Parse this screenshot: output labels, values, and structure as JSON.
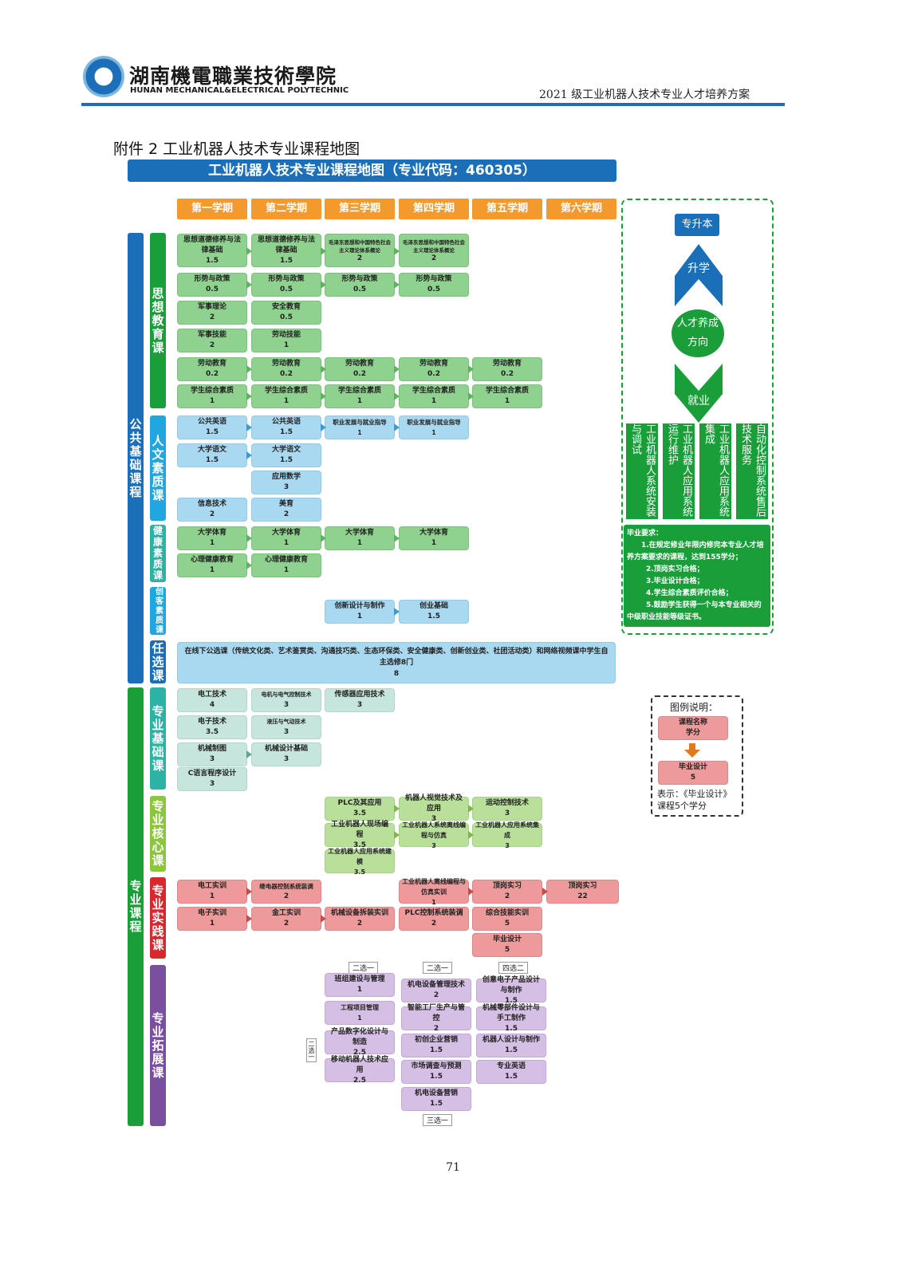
{
  "header": {
    "school_cn": "湖南機電職業技術學院",
    "school_en": "HUNAN  MECHANICAL&ELECTRICAL POLYTECHNIC",
    "doc_title": "2021 级工业机器人技术专业人才培养方案"
  },
  "appendix_title": "附件 2  工业机器人技术专业课程地图",
  "banner": "工业机器人技术专业课程地图（专业代码：460305）",
  "semesters": [
    "第一学期",
    "第二学期",
    "第三学期",
    "第四学期",
    "第五学期",
    "第六学期"
  ],
  "groups": {
    "public": "公共基础课程",
    "major": "专业课程",
    "ideology": "思想教育课",
    "humanities": "人文素质课",
    "health": "健康素质课",
    "innovation": "创客素质课",
    "elective": "任选课",
    "major_basic": "专业基础课",
    "major_core": "专业核心课",
    "major_practice": "专业实践课",
    "major_extend": "专业拓展课"
  },
  "courses": {
    "c1": {
      "name": "思想道德修养与法律基础",
      "credit": "1.5"
    },
    "c2": {
      "name": "思想道德修养与法律基础",
      "credit": "1.5"
    },
    "c3": {
      "name": "毛泽东思想和中国特色社会主义理论体系概论",
      "credit": "2"
    },
    "c4": {
      "name": "毛泽东思想和中国特色社会主义理论体系概论",
      "credit": "2"
    },
    "c5": {
      "name": "形势与政策",
      "credit": "0.5"
    },
    "c6": {
      "name": "形势与政策",
      "credit": "0.5"
    },
    "c7": {
      "name": "形势与政策",
      "credit": "0.5"
    },
    "c8": {
      "name": "形势与政策",
      "credit": "0.5"
    },
    "c9": {
      "name": "军事理论",
      "credit": "2"
    },
    "c10": {
      "name": "安全教育",
      "credit": "0.5"
    },
    "c11": {
      "name": "军事技能",
      "credit": "2"
    },
    "c12": {
      "name": "劳动技能",
      "credit": "1"
    },
    "c13": {
      "name": "劳动教育",
      "credit": "0.2"
    },
    "c14": {
      "name": "劳动教育",
      "credit": "0.2"
    },
    "c15": {
      "name": "劳动教育",
      "credit": "0.2"
    },
    "c16": {
      "name": "劳动教育",
      "credit": "0.2"
    },
    "c17": {
      "name": "劳动教育",
      "credit": "0.2"
    },
    "c18": {
      "name": "学生综合素质",
      "credit": "1"
    },
    "c19": {
      "name": "学生综合素质",
      "credit": "1"
    },
    "c20": {
      "name": "学生综合素质",
      "credit": "1"
    },
    "c21": {
      "name": "学生综合素质",
      "credit": "1"
    },
    "c22": {
      "name": "学生综合素质",
      "credit": "1"
    },
    "h1": {
      "name": "公共英语",
      "credit": "1.5"
    },
    "h2": {
      "name": "公共英语",
      "credit": "1.5"
    },
    "h3": {
      "name": "职业发展与就业指导",
      "credit": "1"
    },
    "h4": {
      "name": "职业发展与就业指导",
      "credit": "1"
    },
    "h5": {
      "name": "大学语文",
      "credit": "1.5"
    },
    "h6": {
      "name": "大学语文",
      "credit": "1.5"
    },
    "h7": {
      "name": "应用数学",
      "credit": "3"
    },
    "h8": {
      "name": "信息技术",
      "credit": "2"
    },
    "h9": {
      "name": "美育",
      "credit": "2"
    },
    "k1": {
      "name": "大学体育",
      "credit": "1"
    },
    "k2": {
      "name": "大学体育",
      "credit": "1"
    },
    "k3": {
      "name": "大学体育",
      "credit": "1"
    },
    "k4": {
      "name": "大学体育",
      "credit": "1"
    },
    "k5": {
      "name": "心理健康教育",
      "credit": "1"
    },
    "k6": {
      "name": "心理健康教育",
      "credit": "1"
    },
    "i1": {
      "name": "创新设计与制作",
      "credit": "1"
    },
    "i2": {
      "name": "创业基础",
      "credit": "1.5"
    },
    "e1": {
      "name": "在线下公选课（传统文化类、艺术鉴赏类、沟通技巧类、生态环保类、安全健康类、创新创业类、社团活动类）和网络视频课中学生自主选修8门",
      "credit": "8"
    },
    "b1": {
      "name": "电工技术",
      "credit": "4"
    },
    "b2": {
      "name": "电机与电气控制技术",
      "credit": "3"
    },
    "b3": {
      "name": "传感器应用技术",
      "credit": "3"
    },
    "b4": {
      "name": "电子技术",
      "credit": "3.5"
    },
    "b5": {
      "name": "液压与气动技术",
      "credit": "3"
    },
    "b6": {
      "name": "机械制图",
      "credit": "3"
    },
    "b7": {
      "name": "机械设计基础",
      "credit": "3"
    },
    "b8": {
      "name": "C语言程序设计",
      "credit": "3"
    },
    "m1": {
      "name": "PLC及其应用",
      "credit": "3.5"
    },
    "m2": {
      "name": "机器人视觉技术及应用",
      "credit": "3"
    },
    "m3": {
      "name": "运动控制技术",
      "credit": "3"
    },
    "m4": {
      "name": "工业机器人现场编程",
      "credit": "3.5"
    },
    "m5": {
      "name": "工业机器人系统离线编程与仿真",
      "credit": "3"
    },
    "m6": {
      "name": "工业机器人应用系统集成",
      "credit": "3"
    },
    "m7": {
      "name": "工业机器人应用系统建模",
      "credit": "3.5"
    },
    "p1": {
      "name": "电工实训",
      "credit": "1"
    },
    "p2": {
      "name": "继电器控制系统装调",
      "credit": "2"
    },
    "p3": {
      "name": "工业机器人离线编程与仿真实训",
      "credit": "1"
    },
    "p4": {
      "name": "顶岗实习",
      "credit": "2"
    },
    "p5": {
      "name": "顶岗实习",
      "credit": "22"
    },
    "p6": {
      "name": "电子实训",
      "credit": "1"
    },
    "p7": {
      "name": "金工实训",
      "credit": "2"
    },
    "p8": {
      "name": "机械设备拆装实训",
      "credit": "2"
    },
    "p9": {
      "name": "PLC控制系统装调",
      "credit": "2"
    },
    "p10": {
      "name": "综合技能实训",
      "credit": "5"
    },
    "p11": {
      "name": "毕业设计",
      "credit": "5"
    },
    "x1": {
      "name": "班组建设与管理",
      "credit": "1"
    },
    "x2": {
      "name": "工程项目管理",
      "credit": "1"
    },
    "x3": {
      "name": "产品数字化设计与制造",
      "credit": "2.5"
    },
    "x4": {
      "name": "移动机器人技术应用",
      "credit": "2.5"
    },
    "x5": {
      "name": "机电设备管理技术",
      "credit": "2"
    },
    "x6": {
      "name": "智能工厂生产与管控",
      "credit": "2"
    },
    "x7": {
      "name": "初创企业营销",
      "credit": "1.5"
    },
    "x8": {
      "name": "市场调查与预测",
      "credit": "1.5"
    },
    "x9": {
      "name": "机电设备营销",
      "credit": "1.5"
    },
    "x10": {
      "name": "创意电子产品设计与制作",
      "credit": "1.5"
    },
    "x11": {
      "name": "机械零部件设计与手工制作",
      "credit": "1.5"
    },
    "x12": {
      "name": "机器人设计与制作",
      "credit": "1.5"
    },
    "x13": {
      "name": "专业英语",
      "credit": "1.5"
    }
  },
  "choose": {
    "a": "二选一",
    "b": "二选一",
    "c": "四选二",
    "d": "二选一",
    "e": "三选一"
  },
  "side": {
    "upgrade_btn": "专升本",
    "upgrade": "升学",
    "direction": "人才养成方向",
    "employ": "就业",
    "jobs": [
      "工业机器人系统安装与调试",
      "工业机器人应用系统运行维护",
      "工业机器人应用系统集成",
      "自动化控制系统售后技术服务"
    ],
    "req_title": "毕业要求：",
    "req_items": [
      "1.在规定修业年限内修完本专业人才培养方案要求的课程，达到155学分；",
      "2.顶岗实习合格；",
      "3.毕业设计合格；",
      "4.学生综合素质评价合格；",
      "5.鼓励学生获得一个与本专业相关的中级职业技能等级证书。"
    ]
  },
  "legend": {
    "title": "图例说明：",
    "sample_name": "课程名称",
    "sample_credit": "学分",
    "sample2_name": "毕业设计",
    "sample2_credit": "5",
    "note": "表示：《毕业设计》课程5个学分"
  },
  "page_number": "71",
  "colors": {
    "blue": "#1a6fb8",
    "orange": "#f39a2e",
    "green": "#1a9e3a",
    "red": "#d9272e",
    "purple": "#7b4fa0"
  }
}
